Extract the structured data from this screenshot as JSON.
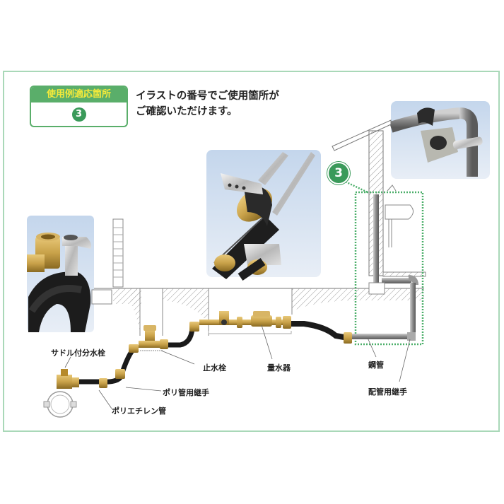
{
  "badge": {
    "header": "使用例適応箇所",
    "number": "3"
  },
  "intro": {
    "line1": "イラストの番号でご使用箇所が",
    "line2": "ご確認いただけます。"
  },
  "marker": {
    "number": "3"
  },
  "labels": {
    "saddle_faucet": "サドル付分水栓",
    "stop_valve": "止水栓",
    "water_meter": "量水器",
    "steel_pipe": "鋼管",
    "poly_fitting": "ポリ管用継手",
    "polyethylene_pipe": "ポリエチレン管",
    "piping_fitting": "配管用継手"
  },
  "colors": {
    "frame": "#a9d8b8",
    "badge_green": "#5aae6a",
    "badge_text_yellow": "#f5ea3a",
    "marker_green": "#3a9a5a",
    "dotted_zone": "#4caf6a",
    "brass": "#c9a24a",
    "poly_pipe": "#1a1a1a",
    "steel_pipe": "#8a8a8a",
    "photo_bg": "#cddcee"
  }
}
